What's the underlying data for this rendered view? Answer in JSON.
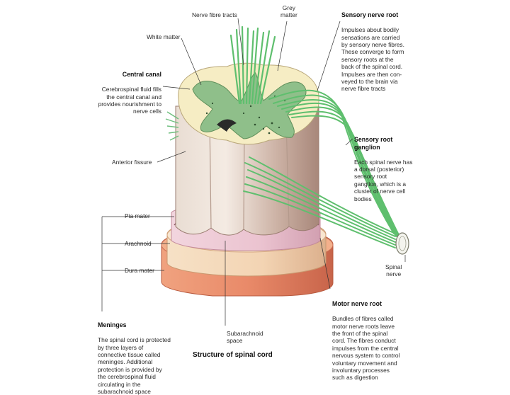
{
  "labels": {
    "nerve_fibre_tracts": "Nerve fibre tracts",
    "grey_matter": "Grey\nmatter",
    "white_matter": "White matter",
    "central_canal": {
      "title": "Central canal",
      "text": "Cerebrospinal fluid fills\nthe central canal and\nprovides nourishment to\nnerve cells"
    },
    "anterior_fissure": "Anterior fissure",
    "pia_mater": "Pia mater",
    "arachnoid": "Arachnoid",
    "dura_mater": "Dura mater",
    "sensory_nerve_root": {
      "title": "Sensory nerve root",
      "text": "Impulses about bodily\nsensations are carried\nby sensory nerve fibres.\nThese converge to form\nsensory roots at the\nback of the spinal cord.\nImpulses are then con-\nveyed to the brain via\nnerve fibre tracts"
    },
    "sensory_root_ganglion": {
      "title": "Sensory root\nganglion",
      "text": "Each spinal nerve has\na dorsal (posterior)\nsensory root\nganglion, which is a\ncluster of nerve cell\nbodies"
    },
    "spinal_nerve": "Spinal\nnerve",
    "motor_nerve_root": {
      "title": "Motor nerve root",
      "text": "Bundles of fibres called\nmotor nerve roots leave\nthe front of the spinal\ncord. The fibres conduct\nimpulses from the central\nnervous system to control\nvoluntary movement and\ninvoluntary processes\nsuch as digestion"
    },
    "subarachnoid_space": "Subarachnoid\nspace",
    "meninges": {
      "title": "Meninges",
      "text": "The spinal cord is protected\nby three layers of\nconnective tissue called\nmeninges. Additional\nprotection is provided by\nthe cerebrospinal fluid\ncirculating in the\nsubarachnoid space"
    }
  },
  "caption": "Structure of spinal cord",
  "colors": {
    "white_matter": "#f6edc4",
    "grey_matter": "#8fbf8a",
    "nerve_fibres": "#5fbf6e",
    "cord_column": "#d9c7bd",
    "pia_mater": "#e7c3cf",
    "arachnoid": "#f3d7b8",
    "dura_mater": "#e4876a",
    "leader_line": "#333333"
  }
}
